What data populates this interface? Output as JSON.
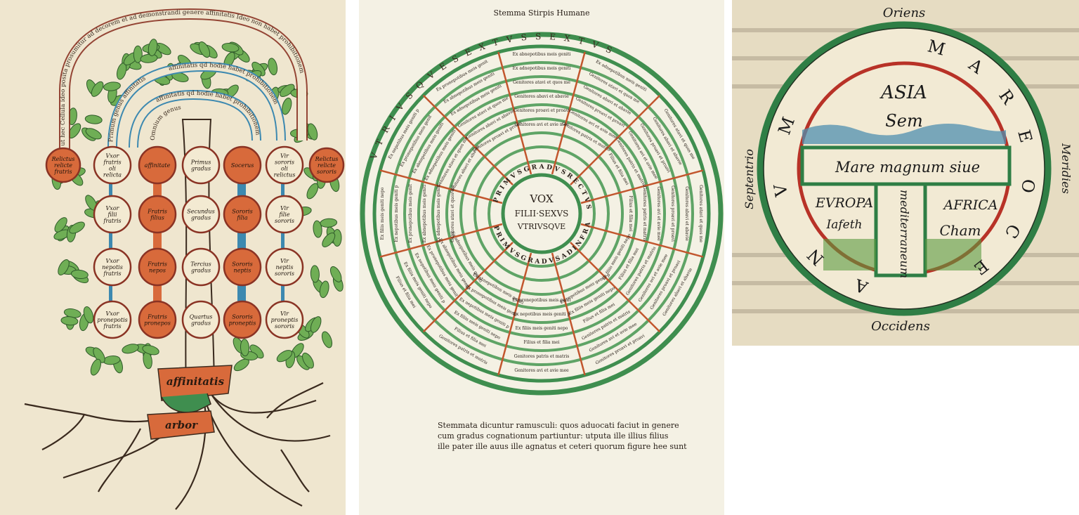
{
  "colors": {
    "ink": "#3a2a1e",
    "green": "#3f8e4f",
    "leaf": "#6fae55",
    "orange": "#d86a3b",
    "blue": "#3d89b0",
    "red": "#b83227",
    "parchment": "#efe6cf"
  },
  "panel1": {
    "arc_outer": "ut hec Cellula ideo posita prosumitur ad decorem et ad demonstrandi genere affinitatis Ideo non habet prohibitionem",
    "arc_mid": "affinitatis qd hodie habet prohibitionem",
    "arc_inner": "affinitatis qd hodie habet prohibitionem",
    "arc_innermost": "Omnium genus",
    "arc_label_left": "Primum genus affinitatis",
    "banner_top": "affinitatis",
    "banner_bottom": "arbor",
    "rows": [
      [
        {
          "label": "Relictus relicte fratris",
          "color": "orange"
        },
        {
          "label": "Vxor fratris oli relicta",
          "color": "cream"
        },
        {
          "label": "affinitate",
          "color": "orange"
        },
        {
          "label": "Primus gradus",
          "color": "cream"
        },
        {
          "label": "Socerus",
          "color": "orange"
        },
        {
          "label": "Vir sororis oli relictus",
          "color": "cream"
        },
        {
          "label": "Relictus relicte sororis",
          "color": "orange"
        }
      ],
      [
        {
          "label": "Vxor filii fratris",
          "color": "cream"
        },
        {
          "label": "Fratris filius",
          "color": "orange"
        },
        {
          "label": "Secundus gradus",
          "color": "cream"
        },
        {
          "label": "Sororis filia",
          "color": "orange"
        },
        {
          "label": "Vir filie sororis",
          "color": "cream"
        }
      ],
      [
        {
          "label": "Vxor nepotis fratris",
          "color": "cream"
        },
        {
          "label": "Fratris nepos",
          "color": "orange"
        },
        {
          "label": "Tercius gradus",
          "color": "cream"
        },
        {
          "label": "Sororis neptis",
          "color": "orange"
        },
        {
          "label": "Vir neptis sororis",
          "color": "cream"
        }
      ],
      [
        {
          "label": "Vxor pronepotis fratris",
          "color": "cream"
        },
        {
          "label": "Fratris pronepos",
          "color": "orange"
        },
        {
          "label": "Quartus gradus",
          "color": "cream"
        },
        {
          "label": "Sororis proneptis",
          "color": "orange"
        },
        {
          "label": "Vir proneptis sororis",
          "color": "cream"
        }
      ]
    ]
  },
  "panel2": {
    "title": "Stemma Stirpis Humane",
    "center_lines": [
      "VOX",
      "FILII·SEXVS",
      "VTRIVSQVE"
    ],
    "ring_top": "P R I M V S   G R A D V S   R E C T V S",
    "ring_bottom": "P R I M V S   G R A D V S   A D   I N F R A",
    "rim_text": "V T R I V S Q V E   S E X T V S   S E X T V S",
    "sector_texts": [
      "Genitores atavi et quos mee matris mei sunt",
      "Genitores abavi et abavie mee",
      "Genitores proavi et proavie mee",
      "Genitores avi et avie mee",
      "Genitores patris et matris mei sunt",
      "Filius et filia mei",
      "Ex filiis meis geniti nepotes sunt",
      "Ex nepotibus meis geniti pronepotes sunt",
      "Ex pronepotibus meis geniti abnepotes sunt",
      "Ex abnepotibus meis geniti adnepotes sunt",
      "Ex adnepotibus meis geniti trinepotes sunt"
    ],
    "caption_lines": [
      "Stemmata dicuntur ramusculi: quos aduocati faciut in genere",
      "cum gradus cognationum partiuntur: utputa ille illius filius",
      "ille pater ille auus ille agnatus et ceteri quorum figure hee sunt"
    ]
  },
  "panel3": {
    "oriens": "Oriens",
    "occidens": "Occidens",
    "meridies": "Meridies",
    "septentrio": "Septentrio",
    "ocean_letters": [
      "M",
      "A",
      "R",
      "E",
      "O",
      "C",
      "E",
      "A",
      "N",
      "V",
      "M"
    ],
    "asia": "ASIA",
    "sem": "Sem",
    "mare_magnum": "Mare magnum siue",
    "mediterraneum": "mediterraneum",
    "europa": "EVROPA",
    "iafeth": "Iafeth",
    "africa": "AFRICA",
    "cham": "Cham"
  }
}
